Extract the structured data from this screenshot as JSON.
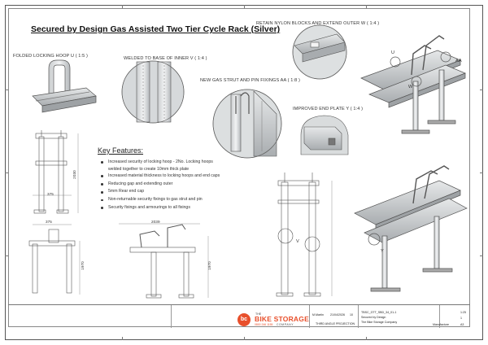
{
  "title": "Secured by Design Gas Assisted Two Tier Cycle Rack (Silver)",
  "labels": {
    "detail_u": "FOLDED LOCKING HOOP U ( 1:5 )",
    "detail_v": "WELDED TO BASE OF INNER V ( 1:4 )",
    "detail_aa": "NEW GAS STRUT AND PIN FIXINGS AA ( 1:8 )",
    "detail_w": "RETAIN NYLON BLOCKS AND EXTEND OUTER W ( 1:4 )",
    "detail_y": "IMPROVED  END PLATE Y ( 1:4 )",
    "iso_u": "U",
    "iso_w": "W",
    "iso_aa": "AA",
    "iso_v": "V",
    "iso_y": "Y"
  },
  "dimensions": {
    "height_top": "2030",
    "width_front": "375",
    "width_plan": "375",
    "length_side": "2039",
    "height_side": "1970",
    "height_plan": "1970"
  },
  "key_features": {
    "heading": "Key Features:",
    "items": [
      "Increased security of locking hoop - 2No. Locking hoops",
      "welded together to create 10mm thick plate",
      "Increased material thickness to locking hoops and end caps",
      "Reducing gap and extending outer",
      "5mm Rear end cap",
      "Non-returnable security fixings to gas strut and pin",
      "Security fixings and armourings to all fixings"
    ]
  },
  "title_block": {
    "drawn_by": "M.Martin",
    "date": "21/04/2026",
    "qty": "10",
    "projection": "THIRD ANGLE PROJECTION",
    "part_no": "TBSC_GTT_SBD_34_01-1",
    "desc": "Secured by Design",
    "company": "The Bike Storage Company",
    "scale": "1:25",
    "sheet": "1",
    "finish": "Manufacture",
    "size": "A3"
  },
  "logo": {
    "mark": "bc",
    "the": "THE",
    "name": "BIKE STORAGE",
    "company": "COMPANY",
    "phone": "0800 246 1155"
  }
}
